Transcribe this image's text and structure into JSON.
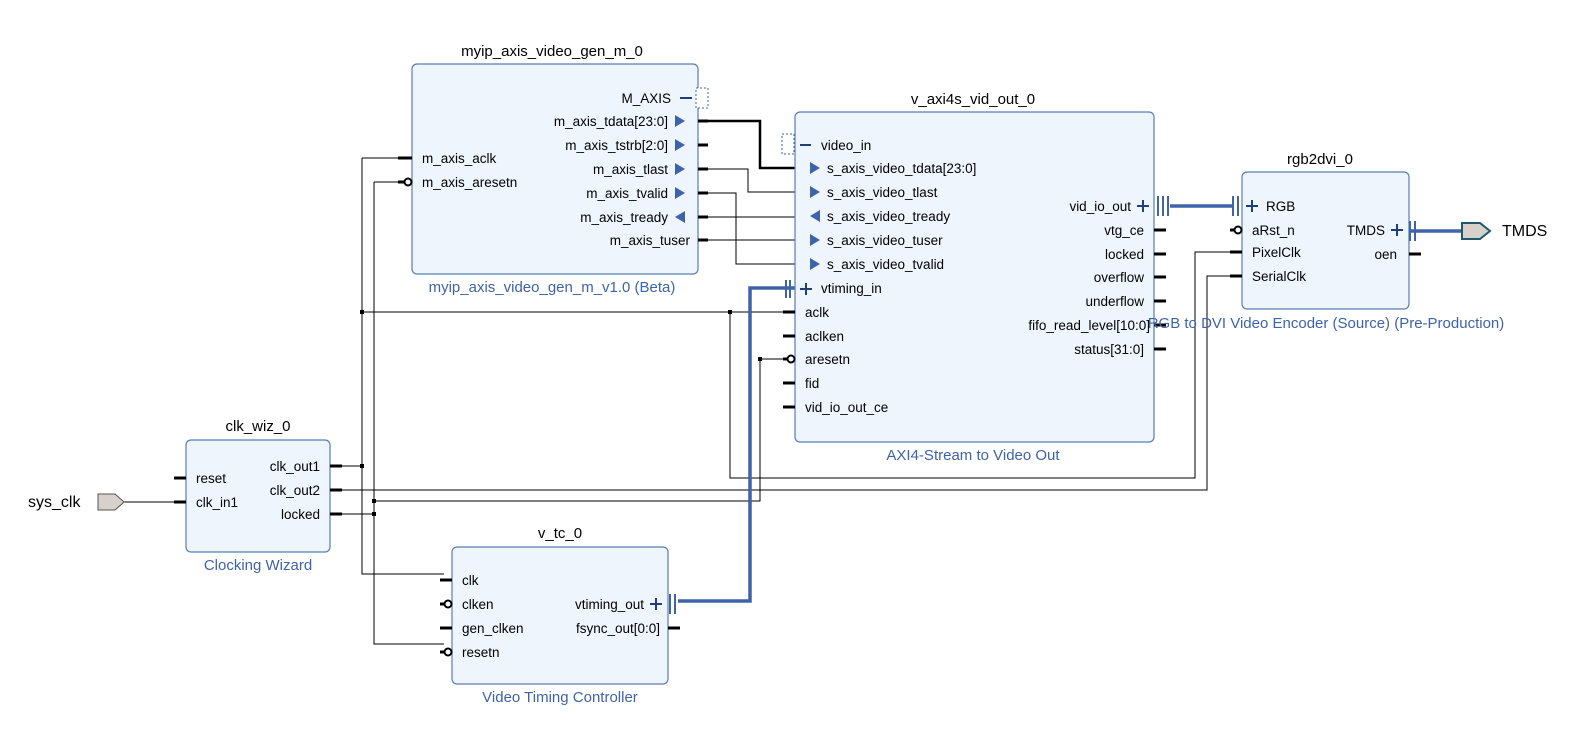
{
  "blocks": {
    "gen": {
      "instance": "myip_axis_video_gen_m_0",
      "description": "myip_axis_video_gen_m_v1.0 (Beta)",
      "ports": [
        "M_AXIS",
        "m_axis_tdata[23:0]",
        "m_axis_tstrb[2:0]",
        "m_axis_tlast",
        "m_axis_tvalid",
        "m_axis_tready",
        "m_axis_tuser",
        "m_axis_aclk",
        "m_axis_aresetn"
      ]
    },
    "vout": {
      "instance": "v_axi4s_vid_out_0",
      "description": "AXI4-Stream to Video Out",
      "ports": [
        "video_in",
        "s_axis_video_tdata[23:0]",
        "s_axis_video_tlast",
        "s_axis_video_tready",
        "s_axis_video_tuser",
        "s_axis_video_tvalid",
        "vtiming_in",
        "aclk",
        "aclken",
        "aresetn",
        "fid",
        "vid_io_out_ce",
        "vid_io_out",
        "vtg_ce",
        "locked",
        "overflow",
        "underflow",
        "fifo_read_level[10:0]",
        "status[31:0]"
      ]
    },
    "rgb": {
      "instance": "rgb2dvi_0",
      "description": "RGB to DVI Video Encoder (Source) (Pre-Production)",
      "ports": [
        "RGB",
        "aRst_n",
        "PixelClk",
        "SerialClk",
        "TMDS",
        "oen"
      ]
    },
    "clk": {
      "instance": "clk_wiz_0",
      "description": "Clocking Wizard",
      "ports": [
        "reset",
        "clk_in1",
        "clk_out1",
        "clk_out2",
        "locked"
      ]
    },
    "vtc": {
      "instance": "v_tc_0",
      "description": "Video Timing Controller",
      "ports": [
        "clk",
        "clken",
        "gen_clken",
        "resetn",
        "vtiming_out",
        "fsync_out[0:0]"
      ]
    }
  },
  "external_ports": {
    "sys_clk": "sys_clk",
    "tmds": "TMDS"
  },
  "colors": {
    "block_fill": "#eef5fd",
    "block_stroke": "#5a7db3",
    "bus": "#3e63a8",
    "description_text": "#3e63a8"
  }
}
